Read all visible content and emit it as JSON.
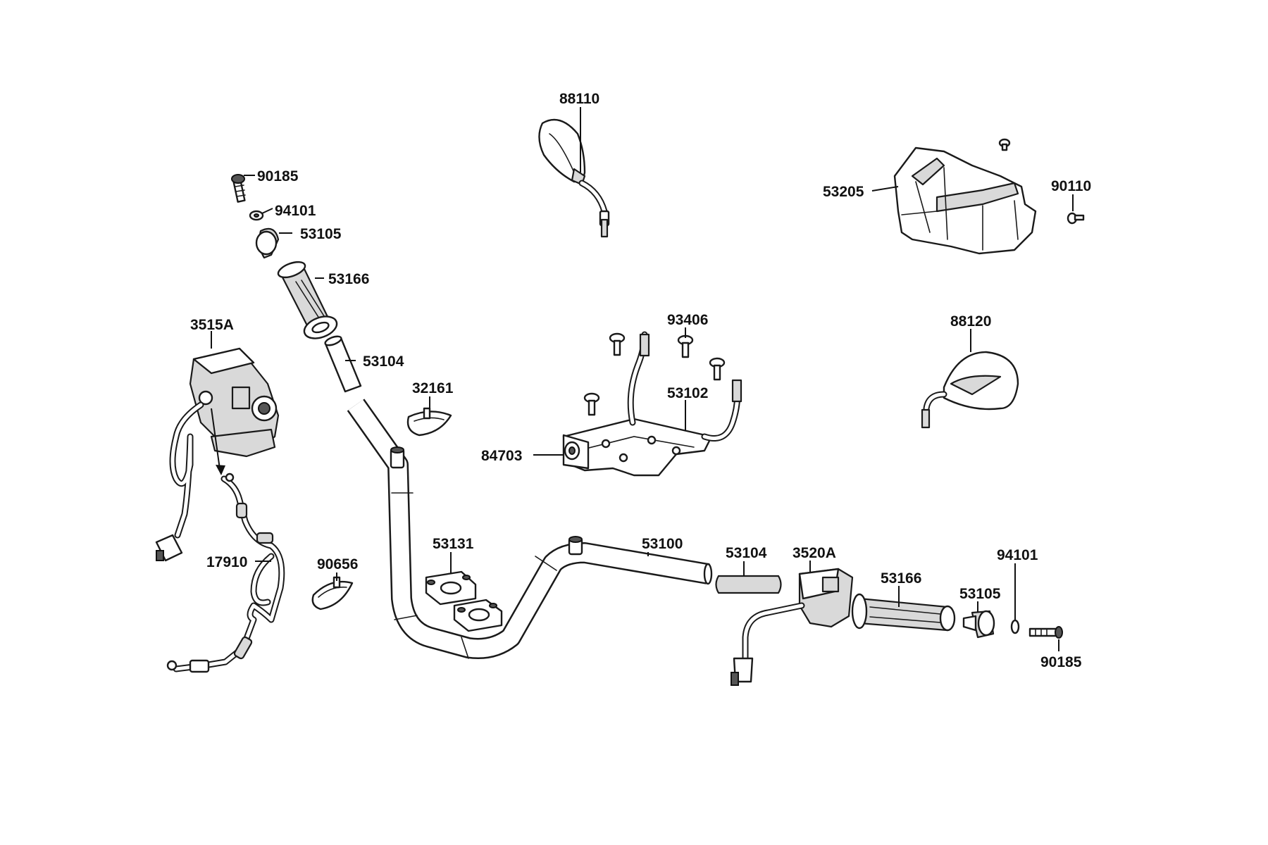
{
  "labels": {
    "p88110": "88110",
    "p90185_top": "90185",
    "p94101_top": "94101",
    "p53105_top": "53105",
    "p53166_top": "53166",
    "p3515A": "3515A",
    "p53104_top": "53104",
    "p32161": "32161",
    "p93406": "93406",
    "p53102": "53102",
    "p84703": "84703",
    "p53205": "53205",
    "p90110": "90110",
    "p88120": "88120",
    "p53131": "53131",
    "p53100": "53100",
    "p53104_right": "53104",
    "p3520A": "3520A",
    "p94101_right": "94101",
    "p53166_right": "53166",
    "p53105_right": "53105",
    "p90185_right": "90185",
    "p17910": "17910",
    "p90656": "90656"
  }
}
